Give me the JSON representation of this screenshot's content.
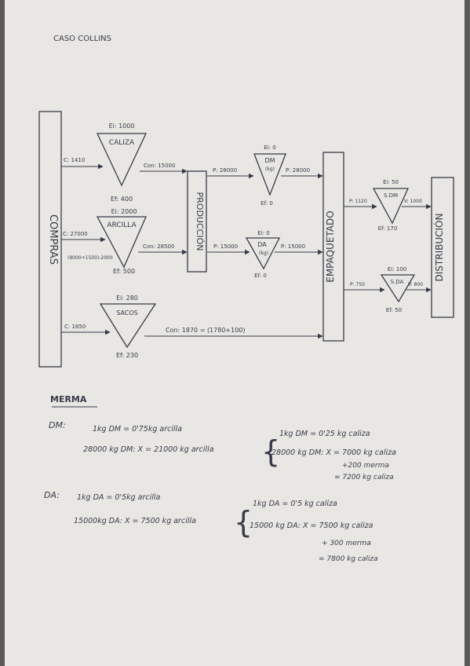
{
  "header": {
    "title": "CASO COLLINS"
  },
  "diagram": {
    "boxes": {
      "compras": "COMPRAS",
      "produccion": "PRODUCCIÓN",
      "empaquetado": "EMPAQUETADO",
      "distribucion": "DISTRIBUCIÓN"
    },
    "cal": {
      "name": "CALIZA",
      "ei": "Ei: 1000",
      "ef": "Ef: 400",
      "in": "C: 1410",
      "out": "Con: 15000"
    },
    "arc": {
      "name": "ARCILLA",
      "ei": "Ei: 2000",
      "ef": "Ef: 500",
      "in": "C: 27000",
      "calc": "(9000+1500)-2000",
      "out": "Con: 28500"
    },
    "sac": {
      "name": "SACOS",
      "ei": "Ei: 280",
      "ef": "Ef: 230",
      "in": "C: 1850",
      "out": "Con: 1870 = (1780+100)"
    },
    "dm": {
      "name": "DM",
      "unit": "(kg)",
      "ei": "Ei: 0",
      "ef": "Ef: 0",
      "in": "P: 28000",
      "out": "P: 28000"
    },
    "da": {
      "name": "DA",
      "unit": "(kg)",
      "ei": "Ei: 0",
      "ef": "Ef: 0",
      "in": "P: 15000",
      "out": "P: 15000"
    },
    "sdm": {
      "name": "S.DM",
      "ei": "Ei: 50",
      "ef": "Ef: 170",
      "in": "P: 1120",
      "out": "V: 1000"
    },
    "sda": {
      "name": "S.DA",
      "ei": "Ei: 100",
      "ef": "Ef: 50",
      "in": "P: 750",
      "out": "V: 800"
    }
  },
  "merma": {
    "heading": "MERMA",
    "dm": {
      "label": "DM:",
      "l1": "1kg DM = 0'75kg arcilla",
      "l2": "28000 kg DM: X = 21000 kg arcilla",
      "r1": "1kg DM = 0'25 kg caliza",
      "r2": "28000 kg DM: X = 7000 kg caliza",
      "r3": "+200 merma",
      "r4": "= 7200 kg caliza"
    },
    "da": {
      "label": "DA:",
      "l1": "1kg DA = 0'5kg arcilla",
      "l2": "15000kg DA: X = 7500 kg arcilla",
      "r1": "1kg DA = 0'5 kg caliza",
      "r2": "15000 kg DA: X = 7500 kg caliza",
      "r3": "+ 300 merma",
      "r4": "= 7800 kg caliza"
    }
  }
}
